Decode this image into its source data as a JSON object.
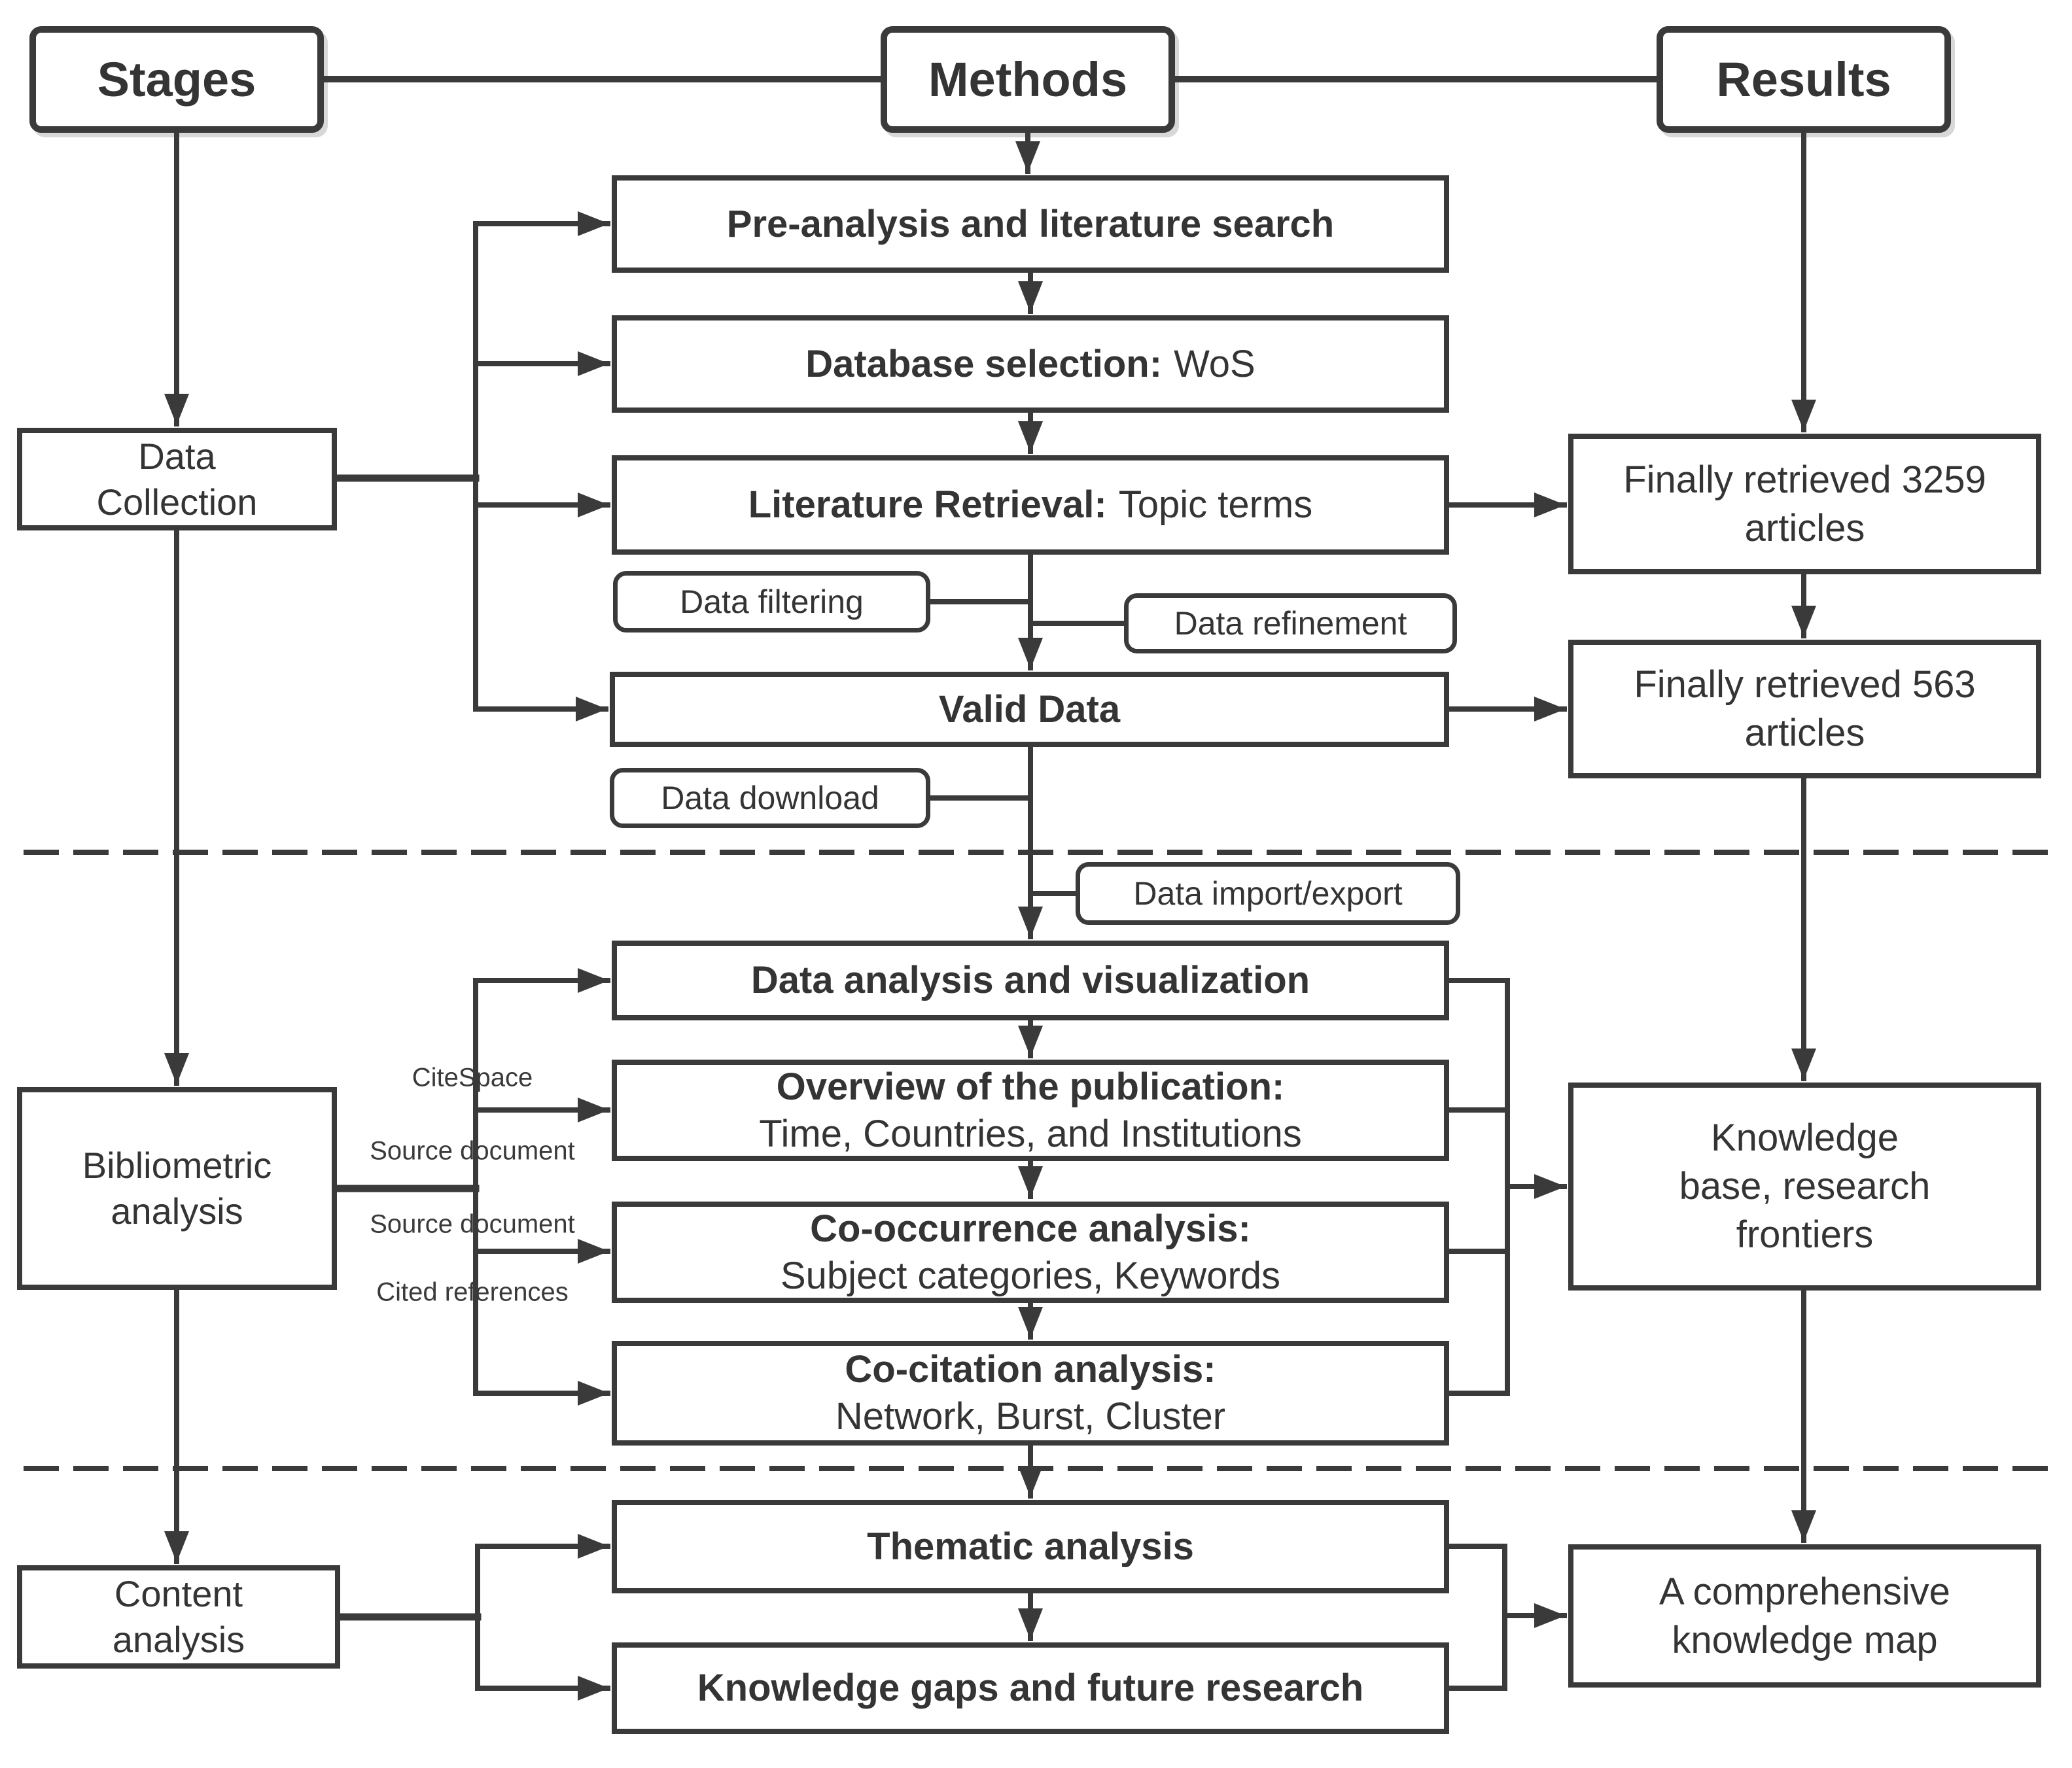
{
  "palette": {
    "ink": "#3a3a3a",
    "background": "#ffffff"
  },
  "headers": {
    "stages": "Stages",
    "methods": "Methods",
    "results": "Results"
  },
  "stages_column": [
    {
      "id": "data-collection",
      "lines": [
        "Data",
        "Collection"
      ]
    },
    {
      "id": "bibliometric-analysis",
      "lines": [
        "Bibliometric",
        "analysis"
      ]
    },
    {
      "id": "content-analysis",
      "lines": [
        "Content",
        "analysis"
      ]
    }
  ],
  "methods_column": {
    "pre_analysis": {
      "bold": "Pre-analysis and literature search"
    },
    "database_selection": {
      "bold": "Database selection:",
      "regular": "WoS"
    },
    "literature_retrieval": {
      "bold": "Literature Retrieval:",
      "regular": "Topic terms"
    },
    "valid_data": {
      "bold": "Valid Data"
    },
    "data_analysis": {
      "bold": "Data analysis and visualization"
    },
    "overview": {
      "bold": "Overview of the publication:",
      "regular": "Time, Countries, and Institutions"
    },
    "co_occurrence": {
      "bold": "Co-occurrence analysis:",
      "regular": "Subject categories, Keywords"
    },
    "co_citation": {
      "bold": "Co-citation analysis:",
      "regular": "Network, Burst, Cluster"
    },
    "thematic": {
      "bold": "Thematic analysis"
    },
    "knowledge_gaps": {
      "bold": "Knowledge gaps and future research"
    }
  },
  "process_tags": {
    "data_filtering": "Data filtering",
    "data_refinement": "Data refinement",
    "data_download": "Data download",
    "data_import_export": "Data import/export"
  },
  "side_labels": {
    "citespace": "CiteSpace",
    "source_document_1": "Source document",
    "source_document_2": "Source document",
    "cited_references": "Cited references"
  },
  "results_column": [
    {
      "id": "retrieved-3259",
      "lines": [
        "Finally retrieved 3259",
        "articles"
      ]
    },
    {
      "id": "retrieved-563",
      "lines": [
        "Finally retrieved 563",
        "articles"
      ]
    },
    {
      "id": "knowledge-base",
      "lines": [
        "Knowledge",
        "base, research",
        "frontiers"
      ]
    },
    {
      "id": "knowledge-map",
      "lines": [
        "A comprehensive",
        "knowledge map"
      ]
    }
  ]
}
